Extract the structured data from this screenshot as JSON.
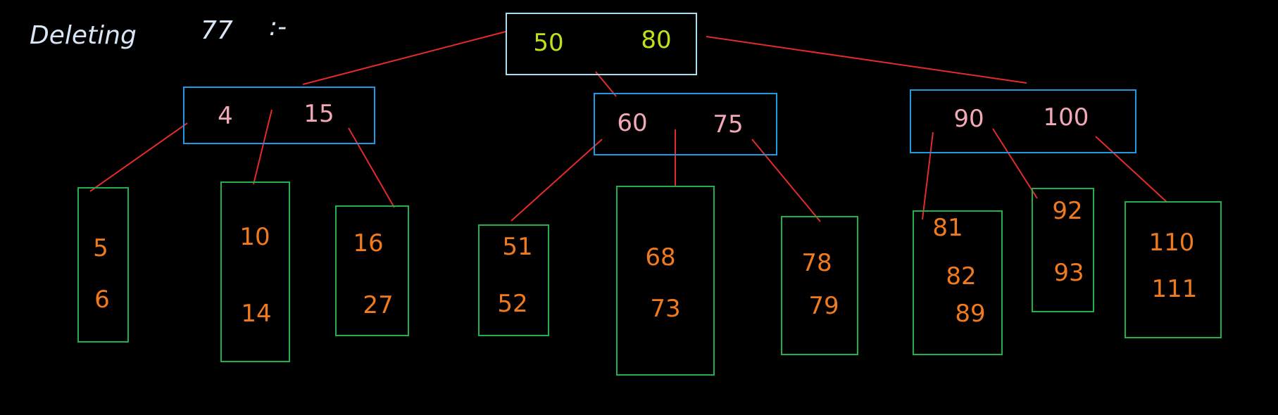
{
  "heading": {
    "word": "Deleting",
    "number": "77",
    "suffix": ":-"
  },
  "colors": {
    "background": "#000000",
    "edge": "#e32b2b",
    "root_border": "#a8dcef",
    "internal_border": "#1e9be0",
    "leaf_border": "#22b04b",
    "root_keys": "#c2e01a",
    "internal_keys": "#f2a9b6",
    "leaf_keys": "#f07a1e",
    "heading_text": "#d8e6f5"
  },
  "tree": {
    "root": {
      "keys": [
        "50",
        "80"
      ]
    },
    "internal": [
      {
        "keys": [
          "4",
          "15"
        ]
      },
      {
        "keys": [
          "60",
          "75"
        ]
      },
      {
        "keys": [
          "90",
          "100"
        ]
      }
    ],
    "leaves": [
      {
        "keys": [
          "5",
          "6"
        ]
      },
      {
        "keys": [
          "10",
          "14"
        ]
      },
      {
        "keys": [
          "16",
          "27"
        ]
      },
      {
        "keys": [
          "51",
          "52"
        ]
      },
      {
        "keys": [
          "68",
          "73"
        ]
      },
      {
        "keys": [
          "78",
          "79"
        ]
      },
      {
        "keys": [
          "81",
          "82",
          "89"
        ]
      },
      {
        "keys": [
          "92",
          "93"
        ]
      },
      {
        "keys": [
          "110",
          "111"
        ]
      }
    ]
  }
}
